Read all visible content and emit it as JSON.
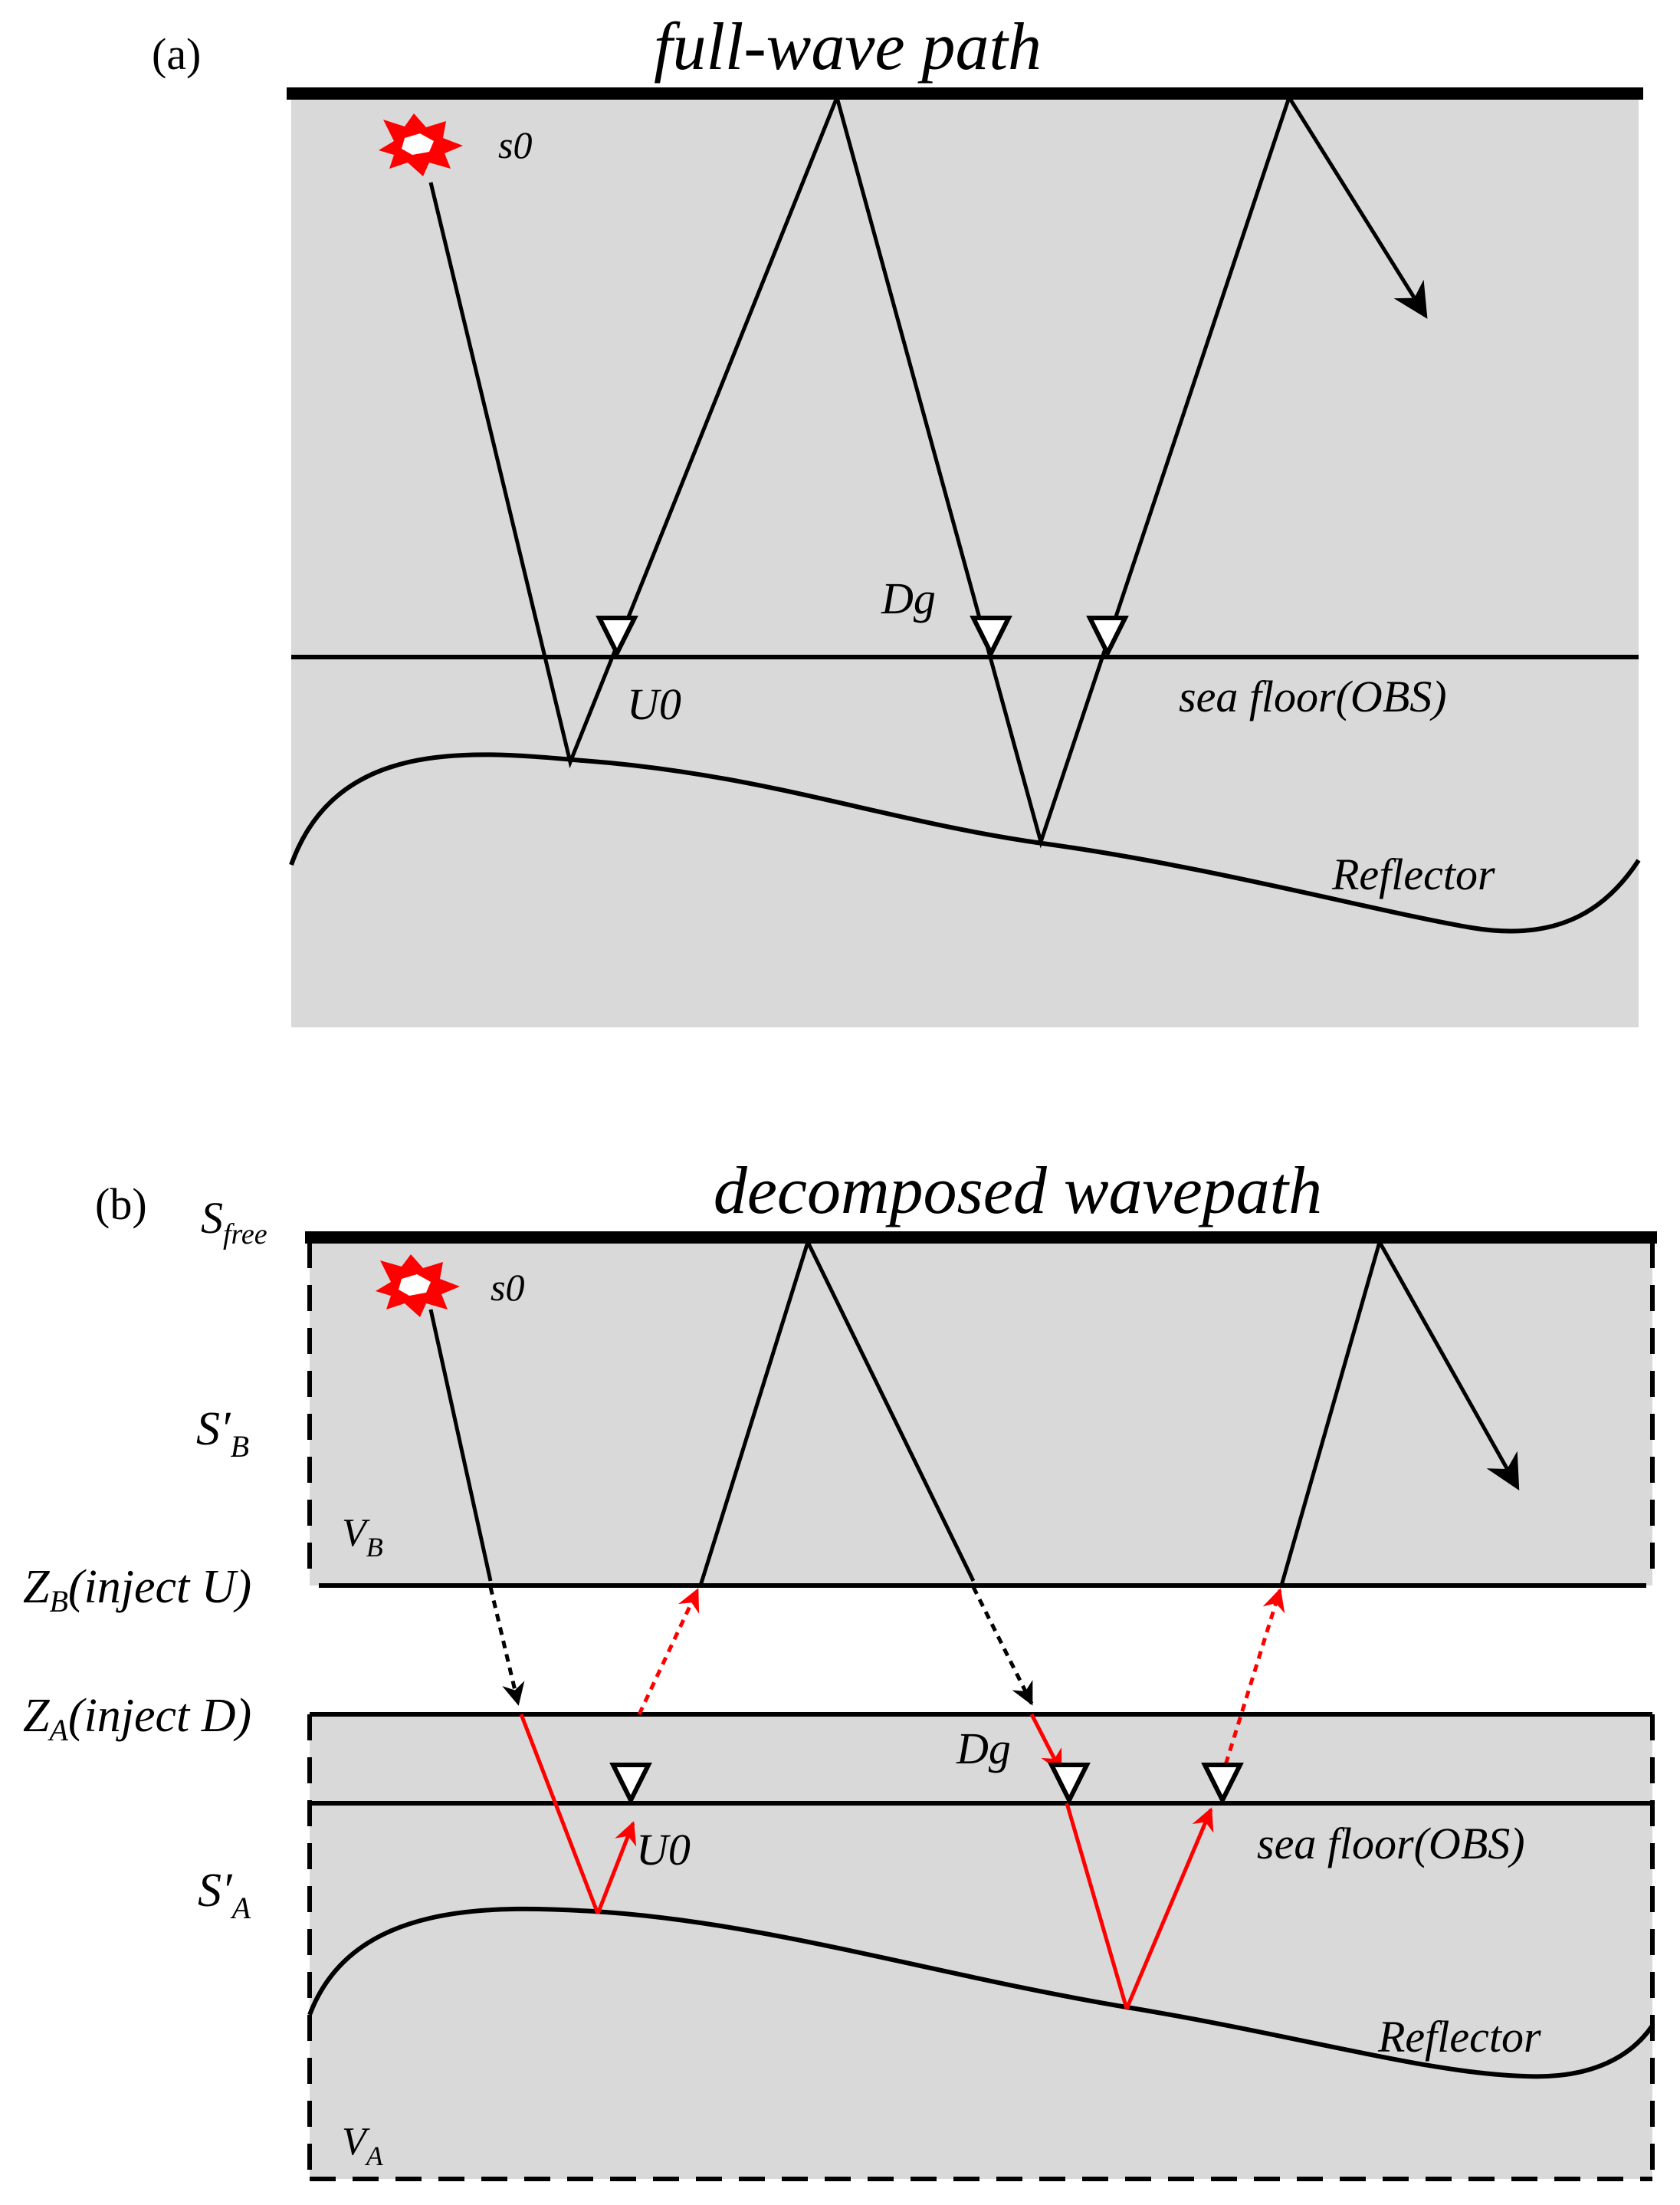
{
  "panel_a": {
    "label": "(a)",
    "title": "full-wave path",
    "source": "s0",
    "receiver_up": "U0",
    "receiver_down": "Dg",
    "seafloor": "sea floor(OBS)",
    "reflector": "Reflector"
  },
  "panel_b": {
    "label": "(b)",
    "title": "decomposed wavepath",
    "free_surface": "S",
    "free_surface_sub": "free",
    "source": "s0",
    "region_b": "S′",
    "region_b_sub": "B",
    "volume_b": "V",
    "volume_b_sub": "B",
    "zb": "Z",
    "zb_sub": "B",
    "zb_label": "(inject U)",
    "za": "Z",
    "za_sub": "A",
    "za_label": "(inject D)",
    "receiver_down": "Dg",
    "receiver_up": "U0",
    "seafloor": "sea floor(OBS)",
    "region_a": "S′",
    "region_a_sub": "A",
    "reflector": "Reflector",
    "volume_a": "V",
    "volume_a_sub": "A"
  },
  "colors": {
    "shade": "#d9d9d9",
    "ray": "#000000",
    "injected": "#ff0000"
  }
}
